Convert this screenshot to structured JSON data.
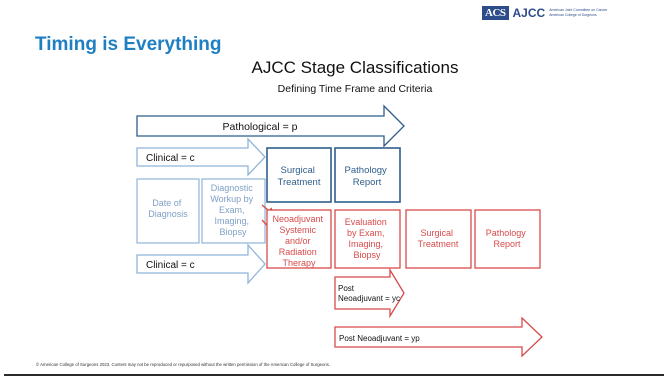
{
  "logo": {
    "acs": "ACS",
    "ajcc": "AJCC",
    "sub1": "American Joint Committee on Cancer",
    "sub2": "American College of Surgeons"
  },
  "slide": {
    "title": "Timing is Everything",
    "subtitle": "AJCC Stage Classifications",
    "subsubtitle": "Defining Time Frame and Criteria"
  },
  "arrows": {
    "pathological": "Pathological = p",
    "clinical_top": "Clinical = c",
    "clinical_bottom": "Clinical = c",
    "post_neo_yc": [
      "Post",
      "Neoadjuvant  = yc"
    ],
    "post_neo_yp": "Post Neoadjuvant  = yp"
  },
  "boxes": {
    "date_of_diagnosis": [
      "Date of",
      "Diagnosis"
    ],
    "diagnostic_workup": [
      "Diagnostic",
      "Workup by",
      "Exam,",
      "Imaging,",
      "Biopsy"
    ],
    "surgical_treatment_blue": [
      "Surgical",
      "Treatment"
    ],
    "pathology_report_blue": [
      "Pathology",
      "Report"
    ],
    "neoadjuvant": [
      "Neoadjuvant",
      "Systemic",
      "and/or",
      "Radiation",
      "Therapy"
    ],
    "evaluation": [
      "Evaluation",
      "by Exam,",
      "Imaging,",
      "Biopsy"
    ],
    "surgical_treatment_red": [
      "Surgical",
      "Treatment"
    ],
    "pathology_report_red": [
      "Pathology",
      "Report"
    ]
  },
  "footer": "© American College of Surgeons 2023. Content may not be reproduced or repurposed without the written permission of the American College of Surgeons.",
  "colors": {
    "title_blue": "#1e7fc2",
    "dark_blue": "#2f5e8c",
    "light_blue": "#8fb4d9",
    "light_blue_text": "#7f9fc4",
    "red": "#d84a4a"
  }
}
